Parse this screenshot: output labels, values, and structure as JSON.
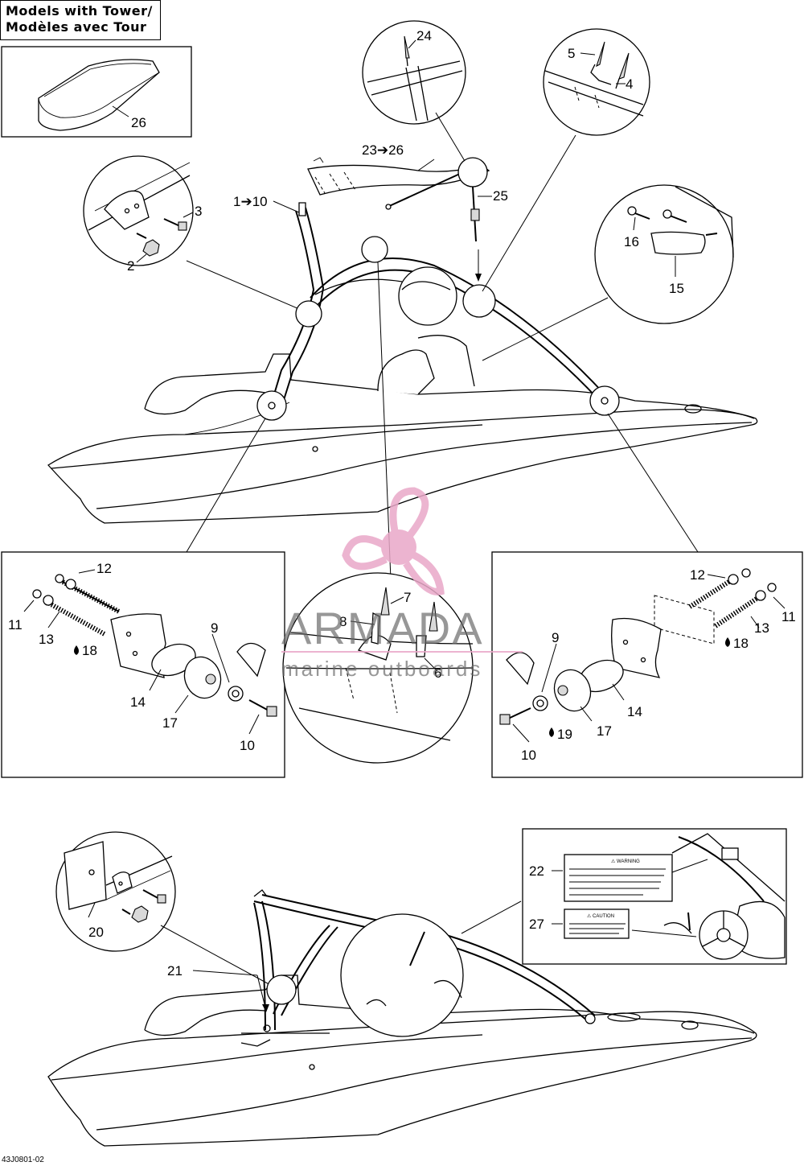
{
  "header": {
    "title_line1": "Models with Tower/",
    "title_line2": "Modèles avec Tour"
  },
  "watermark": {
    "brand": "ARMADA",
    "tagline": "marine outboards",
    "logo_color": "#e9a8c8",
    "text_color": "#666666"
  },
  "figure_code": "43J0801-02",
  "callouts": {
    "c26": "26",
    "c24": "24",
    "c5": "5",
    "c4": "4",
    "c23_26": "23➔26",
    "c25": "25",
    "c1_10": "1➔10",
    "c3": "3",
    "c2": "2",
    "c16": "16",
    "c15": "15",
    "left": {
      "c12": "12",
      "c11": "11",
      "c13": "13",
      "c18": "18",
      "c9": "9",
      "c14": "14",
      "c17": "17",
      "c10": "10"
    },
    "middle": {
      "c7": "7",
      "c8": "8",
      "c6": "6"
    },
    "right": {
      "c12": "12",
      "c11": "11",
      "c13": "13",
      "c18": "18",
      "c9": "9",
      "c14": "14",
      "c17": "17",
      "c19": "19",
      "c10": "10"
    },
    "c20": "20",
    "c21": "21",
    "c22": "22",
    "c27": "27"
  },
  "labels": {
    "warning_title": "⚠ WARNING",
    "caution_title": "⚠ CAUTION"
  }
}
